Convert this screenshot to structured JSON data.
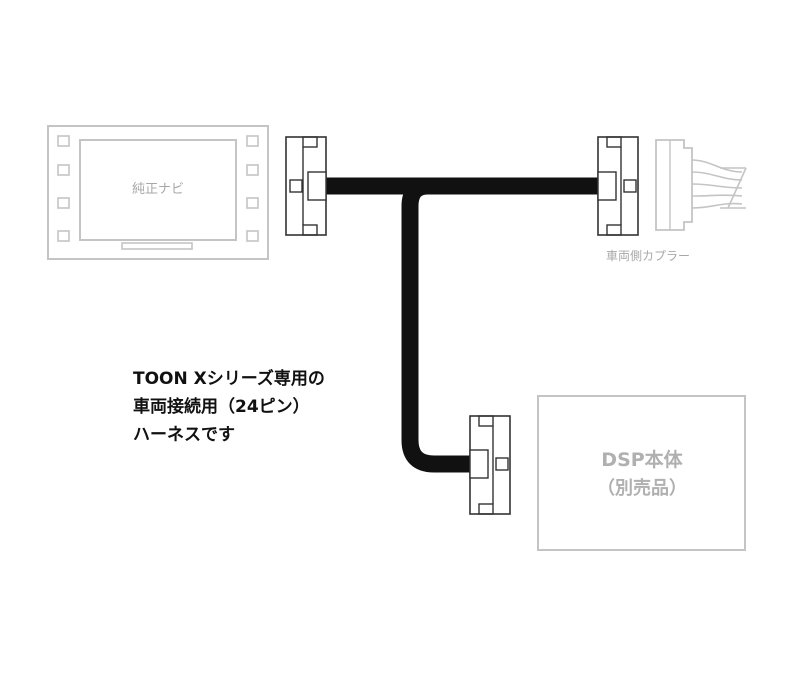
{
  "nav_unit": {
    "label": "純正ナビ"
  },
  "vehicle_coupler": {
    "label": "車両側カプラー"
  },
  "description": {
    "line1": "TOON Xシリーズ専用の",
    "line2": "車両接続用（24ピン）",
    "line3": "ハーネスです"
  },
  "dsp_unit": {
    "line1": "DSP本体",
    "line2": "（別売品）"
  },
  "colors": {
    "harness": "#111111",
    "light_line": "#c4c4c4",
    "dark_line": "#333333",
    "light_text": "#a8a8a8"
  }
}
